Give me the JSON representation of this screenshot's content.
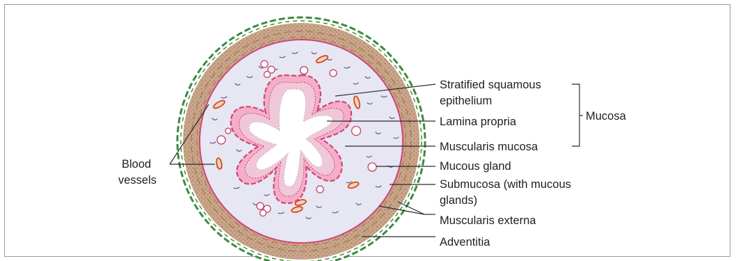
{
  "diagram": {
    "labels": {
      "stratified_squamous_1": "Stratified squamous",
      "stratified_squamous_2": "epithelium",
      "lamina_propria": "Lamina propria",
      "muscularis_mucosa": "Muscularis mucosa",
      "mucosa": "Mucosa",
      "mucous_gland": "Mucous gland",
      "submucosa_1": "Submucosa (with mucous",
      "submucosa_2": "glands)",
      "muscularis_externa": "Muscularis externa",
      "adventitia": "Adventitia",
      "blood_1": "Blood",
      "blood_2": "vessels"
    },
    "colors": {
      "adventitia": "#3d8a3d",
      "muscularis_externa": "#c9a68a",
      "muscularis_stipple": "#7a4a2a",
      "submucosa": "#e7e6f3",
      "mucosa_ring": "#d0457a",
      "epithelium": "#f5aec8",
      "lumen": "#ffffff",
      "blood_vessel": "#d04a1a",
      "gland": "#c43d6b",
      "fiber": "#5a5a8a"
    }
  }
}
